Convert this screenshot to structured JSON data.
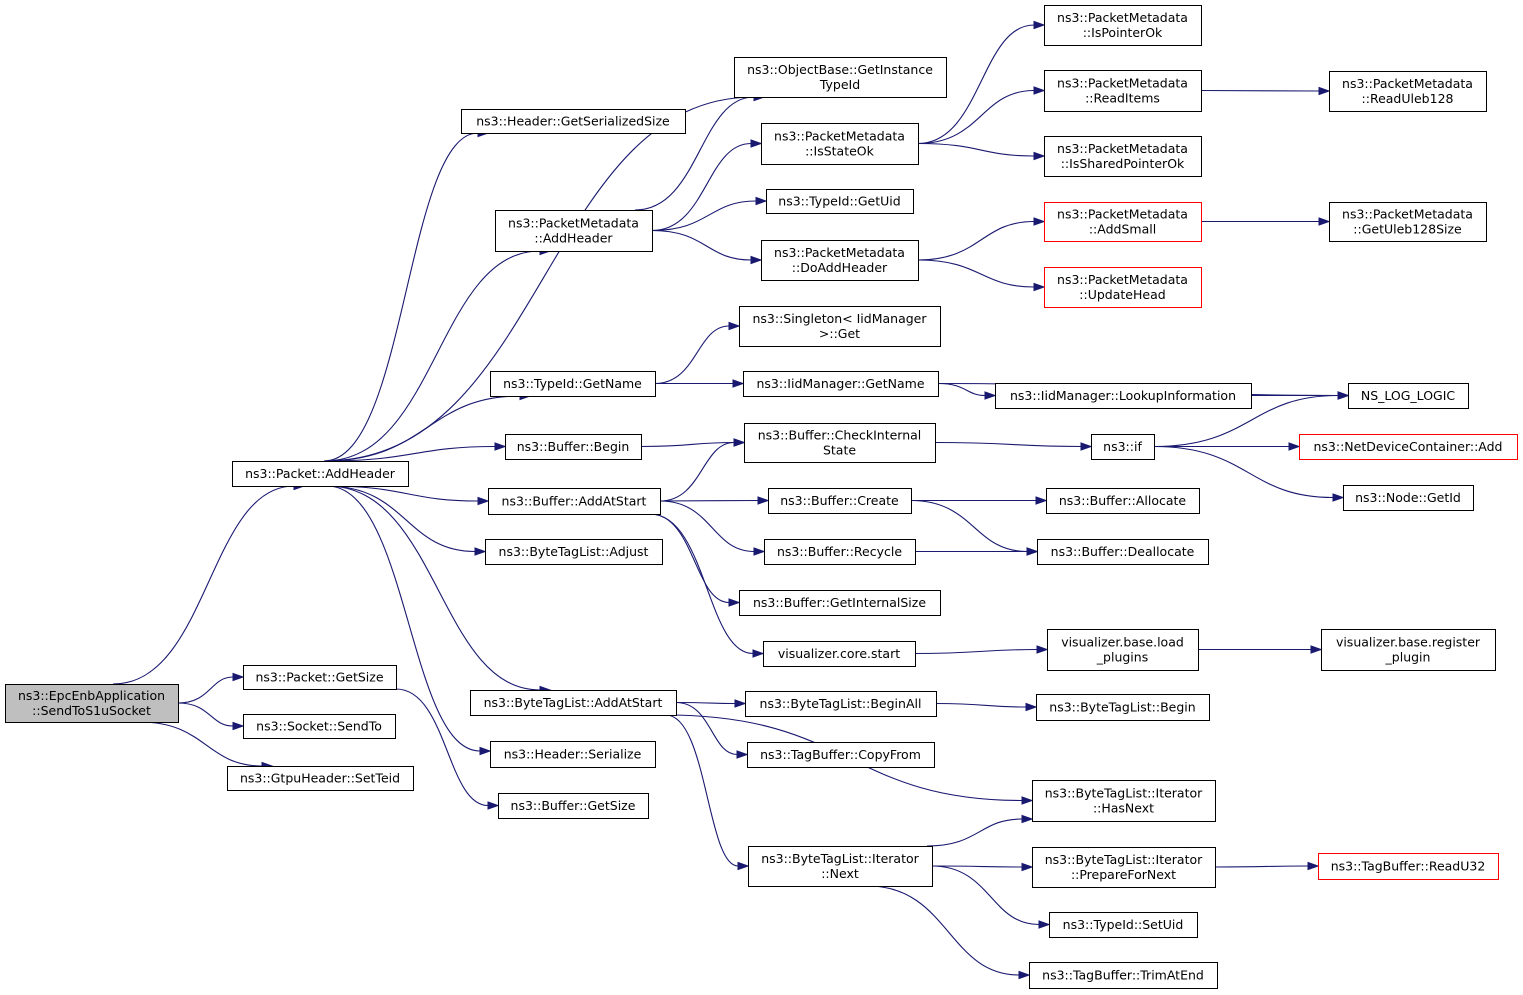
{
  "colors": {
    "edge": "#191970",
    "node_border": "#000000",
    "node_border_truncated": "#ff0000",
    "root_fill": "#bfbfbf"
  },
  "nodes": [
    {
      "id": "root",
      "lines": [
        "ns3::EpcEnbApplication",
        "::SendToS1uSocket"
      ],
      "root": true
    },
    {
      "id": "pkt_addheader",
      "lines": [
        "ns3::Packet::AddHeader"
      ]
    },
    {
      "id": "pkt_getsize",
      "lines": [
        "ns3::Packet::GetSize"
      ]
    },
    {
      "id": "sock_sendto",
      "lines": [
        "ns3::Socket::SendTo"
      ]
    },
    {
      "id": "gtpu_setteid",
      "lines": [
        "ns3::GtpuHeader::SetTeid"
      ]
    },
    {
      "id": "hdr_getsersize",
      "lines": [
        "ns3::Header::GetSerializedSize"
      ]
    },
    {
      "id": "pm_addheader",
      "lines": [
        "ns3::PacketMetadata",
        "::AddHeader"
      ]
    },
    {
      "id": "typeid_getname",
      "lines": [
        "ns3::TypeId::GetName"
      ]
    },
    {
      "id": "buf_begin",
      "lines": [
        "ns3::Buffer::Begin"
      ]
    },
    {
      "id": "buf_addatstart",
      "lines": [
        "ns3::Buffer::AddAtStart"
      ]
    },
    {
      "id": "btl_adjust",
      "lines": [
        "ns3::ByteTagList::Adjust"
      ]
    },
    {
      "id": "btl_addatstart",
      "lines": [
        "ns3::ByteTagList::AddAtStart"
      ]
    },
    {
      "id": "hdr_serialize",
      "lines": [
        "ns3::Header::Serialize"
      ]
    },
    {
      "id": "buf_getsize",
      "lines": [
        "ns3::Buffer::GetSize"
      ]
    },
    {
      "id": "ob_getinstance",
      "lines": [
        "ns3::ObjectBase::GetInstance",
        "TypeId"
      ]
    },
    {
      "id": "pm_isstateok",
      "lines": [
        "ns3::PacketMetadata",
        "::IsStateOk"
      ]
    },
    {
      "id": "typeid_getuid",
      "lines": [
        "ns3::TypeId::GetUid"
      ]
    },
    {
      "id": "pm_doaddheader",
      "lines": [
        "ns3::PacketMetadata",
        "::DoAddHeader"
      ]
    },
    {
      "id": "singleton_get",
      "lines": [
        "ns3::Singleton< IidManager",
        ">::Get"
      ]
    },
    {
      "id": "iid_getname",
      "lines": [
        "ns3::IidManager::GetName"
      ]
    },
    {
      "id": "buf_checkinternal",
      "lines": [
        "ns3::Buffer::CheckInternal",
        "State"
      ]
    },
    {
      "id": "buf_create",
      "lines": [
        "ns3::Buffer::Create"
      ]
    },
    {
      "id": "buf_recycle",
      "lines": [
        "ns3::Buffer::Recycle"
      ]
    },
    {
      "id": "buf_getinternalsize",
      "lines": [
        "ns3::Buffer::GetInternalSize"
      ]
    },
    {
      "id": "vis_core_start",
      "lines": [
        "visualizer.core.start"
      ]
    },
    {
      "id": "btl_beginall",
      "lines": [
        "ns3::ByteTagList::BeginAll"
      ]
    },
    {
      "id": "tb_copyfrom",
      "lines": [
        "ns3::TagBuffer::CopyFrom"
      ]
    },
    {
      "id": "btl_it_next",
      "lines": [
        "ns3::ByteTagList::Iterator",
        "::Next"
      ]
    },
    {
      "id": "pm_ispointerok",
      "lines": [
        "ns3::PacketMetadata",
        "::IsPointerOk"
      ]
    },
    {
      "id": "pm_readitems",
      "lines": [
        "ns3::PacketMetadata",
        "::ReadItems"
      ]
    },
    {
      "id": "pm_issharedpointerok",
      "lines": [
        "ns3::PacketMetadata",
        "::IsSharedPointerOk"
      ]
    },
    {
      "id": "pm_addsmall",
      "lines": [
        "ns3::PacketMetadata",
        "::AddSmall"
      ],
      "red": true
    },
    {
      "id": "pm_updatehead",
      "lines": [
        "ns3::PacketMetadata",
        "::UpdateHead"
      ],
      "red": true
    },
    {
      "id": "iid_lookupinfo",
      "lines": [
        "ns3::IidManager::LookupInformation"
      ]
    },
    {
      "id": "ns3_if",
      "lines": [
        "ns3::if"
      ]
    },
    {
      "id": "buf_allocate",
      "lines": [
        "ns3::Buffer::Allocate"
      ]
    },
    {
      "id": "buf_deallocate",
      "lines": [
        "ns3::Buffer::Deallocate"
      ]
    },
    {
      "id": "vis_base_load",
      "lines": [
        "visualizer.base.load",
        "_plugins"
      ]
    },
    {
      "id": "btl_begin",
      "lines": [
        "ns3::ByteTagList::Begin"
      ]
    },
    {
      "id": "btl_it_hasnext",
      "lines": [
        "ns3::ByteTagList::Iterator",
        "::HasNext"
      ]
    },
    {
      "id": "btl_it_prepare",
      "lines": [
        "ns3::ByteTagList::Iterator",
        "::PrepareForNext"
      ]
    },
    {
      "id": "typeid_setuid",
      "lines": [
        "ns3::TypeId::SetUid"
      ]
    },
    {
      "id": "tb_trimatend",
      "lines": [
        "ns3::TagBuffer::TrimAtEnd"
      ]
    },
    {
      "id": "pm_readuleb128",
      "lines": [
        "ns3::PacketMetadata",
        "::ReadUleb128"
      ]
    },
    {
      "id": "pm_getuleb128size",
      "lines": [
        "ns3::PacketMetadata",
        "::GetUleb128Size"
      ]
    },
    {
      "id": "ns_log_logic",
      "lines": [
        "NS_LOG_LOGIC"
      ]
    },
    {
      "id": "ndc_add",
      "lines": [
        "ns3::NetDeviceContainer::Add"
      ],
      "red": true
    },
    {
      "id": "node_getid",
      "lines": [
        "ns3::Node::GetId"
      ]
    },
    {
      "id": "vis_base_register",
      "lines": [
        "visualizer.base.register",
        "_plugin"
      ]
    },
    {
      "id": "tb_readu32",
      "lines": [
        "ns3::TagBuffer::ReadU32"
      ],
      "red": true
    }
  ],
  "edges": [
    [
      "root",
      "pkt_addheader"
    ],
    [
      "root",
      "pkt_getsize"
    ],
    [
      "root",
      "sock_sendto"
    ],
    [
      "root",
      "gtpu_setteid"
    ],
    [
      "pkt_addheader",
      "hdr_getsersize"
    ],
    [
      "pkt_addheader",
      "ob_getinstance"
    ],
    [
      "pkt_addheader",
      "pm_addheader"
    ],
    [
      "pkt_addheader",
      "typeid_getname"
    ],
    [
      "pkt_addheader",
      "buf_begin"
    ],
    [
      "pkt_addheader",
      "buf_addatstart"
    ],
    [
      "pkt_addheader",
      "btl_adjust"
    ],
    [
      "pkt_addheader",
      "btl_addatstart"
    ],
    [
      "pkt_addheader",
      "hdr_serialize"
    ],
    [
      "pkt_getsize",
      "buf_getsize"
    ],
    [
      "pm_addheader",
      "ob_getinstance"
    ],
    [
      "pm_addheader",
      "pm_isstateok"
    ],
    [
      "pm_addheader",
      "typeid_getuid"
    ],
    [
      "pm_addheader",
      "pm_doaddheader"
    ],
    [
      "pm_isstateok",
      "pm_ispointerok"
    ],
    [
      "pm_isstateok",
      "pm_readitems"
    ],
    [
      "pm_isstateok",
      "pm_issharedpointerok"
    ],
    [
      "pm_readitems",
      "pm_readuleb128"
    ],
    [
      "pm_doaddheader",
      "pm_addsmall"
    ],
    [
      "pm_doaddheader",
      "pm_updatehead"
    ],
    [
      "pm_addsmall",
      "pm_getuleb128size"
    ],
    [
      "typeid_getname",
      "singleton_get"
    ],
    [
      "typeid_getname",
      "iid_getname"
    ],
    [
      "iid_getname",
      "ns_log_logic"
    ],
    [
      "iid_getname",
      "iid_lookupinfo"
    ],
    [
      "iid_lookupinfo",
      "ns_log_logic"
    ],
    [
      "buf_begin",
      "buf_checkinternal"
    ],
    [
      "buf_addatstart",
      "buf_checkinternal"
    ],
    [
      "buf_addatstart",
      "buf_create"
    ],
    [
      "buf_addatstart",
      "buf_recycle"
    ],
    [
      "buf_addatstart",
      "buf_getinternalsize"
    ],
    [
      "buf_addatstart",
      "vis_core_start"
    ],
    [
      "buf_checkinternal",
      "ns3_if"
    ],
    [
      "ns3_if",
      "ns_log_logic"
    ],
    [
      "ns3_if",
      "ndc_add"
    ],
    [
      "ns3_if",
      "node_getid"
    ],
    [
      "buf_create",
      "buf_allocate"
    ],
    [
      "buf_create",
      "buf_deallocate"
    ],
    [
      "buf_recycle",
      "buf_deallocate"
    ],
    [
      "vis_core_start",
      "vis_base_load"
    ],
    [
      "vis_base_load",
      "vis_base_register"
    ],
    [
      "btl_addatstart",
      "btl_beginall"
    ],
    [
      "btl_addatstart",
      "tb_copyfrom"
    ],
    [
      "btl_addatstart",
      "btl_it_hasnext"
    ],
    [
      "btl_addatstart",
      "btl_it_next"
    ],
    [
      "btl_beginall",
      "btl_begin"
    ],
    [
      "btl_it_next",
      "btl_it_hasnext"
    ],
    [
      "btl_it_next",
      "btl_it_prepare"
    ],
    [
      "btl_it_next",
      "typeid_setuid"
    ],
    [
      "btl_it_next",
      "tb_trimatend"
    ],
    [
      "btl_it_prepare",
      "tb_readu32"
    ]
  ]
}
